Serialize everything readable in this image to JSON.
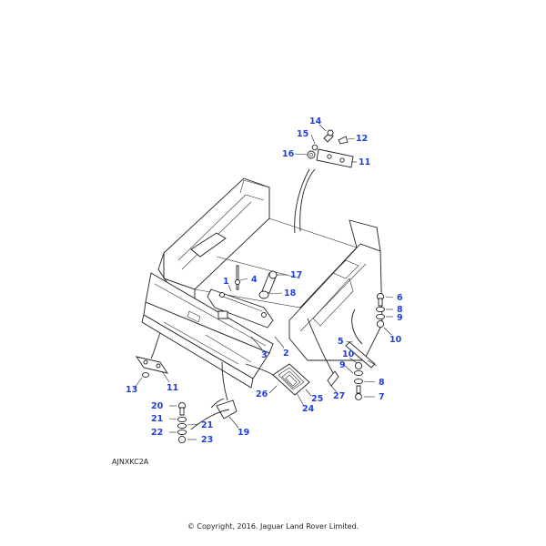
{
  "callouts": [
    "1",
    "2",
    "3",
    "4",
    "5",
    "6",
    "7",
    "8",
    "8",
    "9",
    "9",
    "10",
    "10",
    "11",
    "11",
    "12",
    "13",
    "14",
    "15",
    "16",
    "17",
    "18",
    "19",
    "20",
    "21",
    "21",
    "22",
    "23",
    "24",
    "25",
    "26",
    "27"
  ],
  "figure_code": "AJNXKC2A",
  "copyright": "© Copyright, 2016. Jaguar Land Rover Limited."
}
